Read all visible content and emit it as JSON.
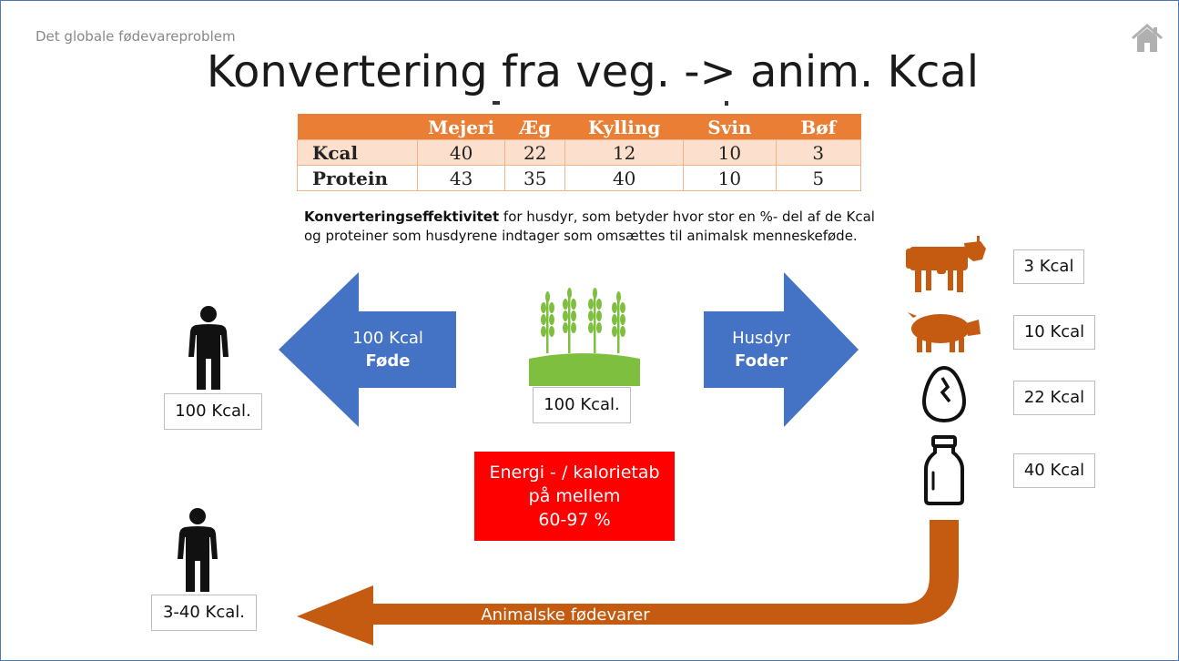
{
  "header": {
    "section_label": "Det globale fødevareproblem",
    "title": "Konvertering fra veg. -> anim. Kcal"
  },
  "table": {
    "columns": [
      "Mejeri",
      "Æg",
      "Kylling",
      "Svin",
      "Bøf"
    ],
    "rows": [
      {
        "label": "Kcal",
        "values": [
          "40",
          "22",
          "12",
          "10",
          "3"
        ]
      },
      {
        "label": "Protein",
        "values": [
          "43",
          "35",
          "40",
          "10",
          "5"
        ]
      }
    ]
  },
  "description": {
    "bold": "Konverteringseffektivitet",
    "rest": " for husdyr, som betyder hvor stor en %- del af de Kcal og proteiner som husdyrene indtager som omsættes til animalsk menneskeføde."
  },
  "left_arrow": {
    "line1": "100 Kcal",
    "line2": "Føde"
  },
  "right_arrow": {
    "line1": "Husdyr",
    "line2": "Foder"
  },
  "grain_label": "100 Kcal.",
  "person_top_label": "100 Kcal.",
  "person_bottom_label": "3-40 Kcal.",
  "red_box": {
    "line1": "Energi - / kalorietab",
    "line2": "på mellem",
    "line3": "60-97 %"
  },
  "animals": [
    {
      "icon": "cow-icon",
      "label": "3 Kcal"
    },
    {
      "icon": "pig-icon",
      "label": "10 Kcal"
    },
    {
      "icon": "egg-icon",
      "label": "22 Kcal"
    },
    {
      "icon": "milk-bottle-icon",
      "label": "40 Kcal"
    }
  ],
  "bottom_arrow_label": "Animalske fødevarer",
  "colors": {
    "arrow_blue": "#4472c4",
    "table_orange": "#e97e34",
    "animal_brown": "#c55a11",
    "grain_green": "#7fbf3f",
    "red_box": "#ff0000"
  }
}
